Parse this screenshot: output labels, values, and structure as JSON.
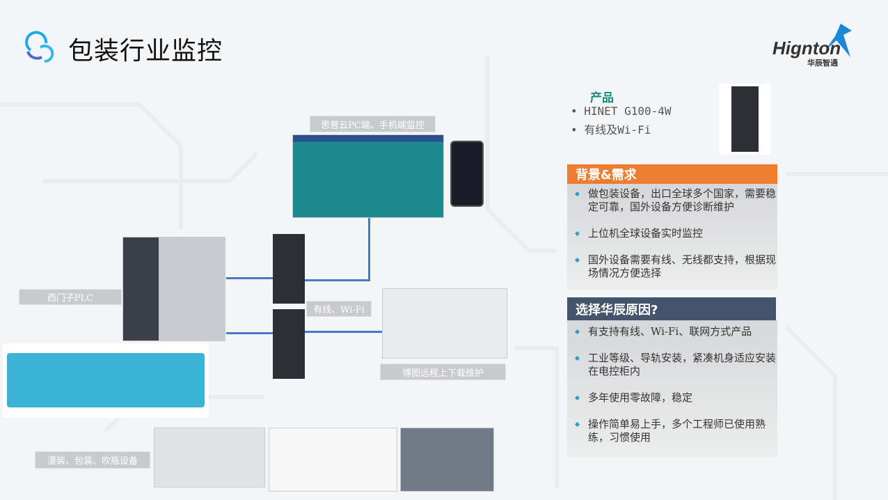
{
  "title": "包装行业监控",
  "logo": {
    "text": "Hignton",
    "subtext": "华辰智通",
    "color": "#1e88d8"
  },
  "labels": {
    "cloud": "思普云PC端、手机端监控",
    "plc": "西门子PLC",
    "network": "有线、Wi-Fi",
    "tia": "博图远程上下载维护",
    "equipment": "灌装、包装、吹瓶设备"
  },
  "product": {
    "heading": "产品",
    "items": [
      "HINET G100-4W",
      "有线及Wi-Fi"
    ]
  },
  "background": {
    "heading": "背景&需求",
    "color": "#ed7d31",
    "items": [
      "做包装设备，出口全球多个国家，需要稳定可靠，国外设备方便诊断维护",
      "上位机全球设备实时监控",
      "国外设备需要有线、无线都支持，根据现场情况方便选择"
    ]
  },
  "reasons": {
    "heading": "选择华辰原因?",
    "color": "#44546a",
    "items": [
      "有支持有线、Wi-Fi、联网方式产品",
      "工业等级、导轨安装，紧凑机身适应安装在电控柜内",
      "多年使用零故障，稳定",
      "操作简单易上手，多个工程师已使用熟练，习惯使用"
    ]
  }
}
